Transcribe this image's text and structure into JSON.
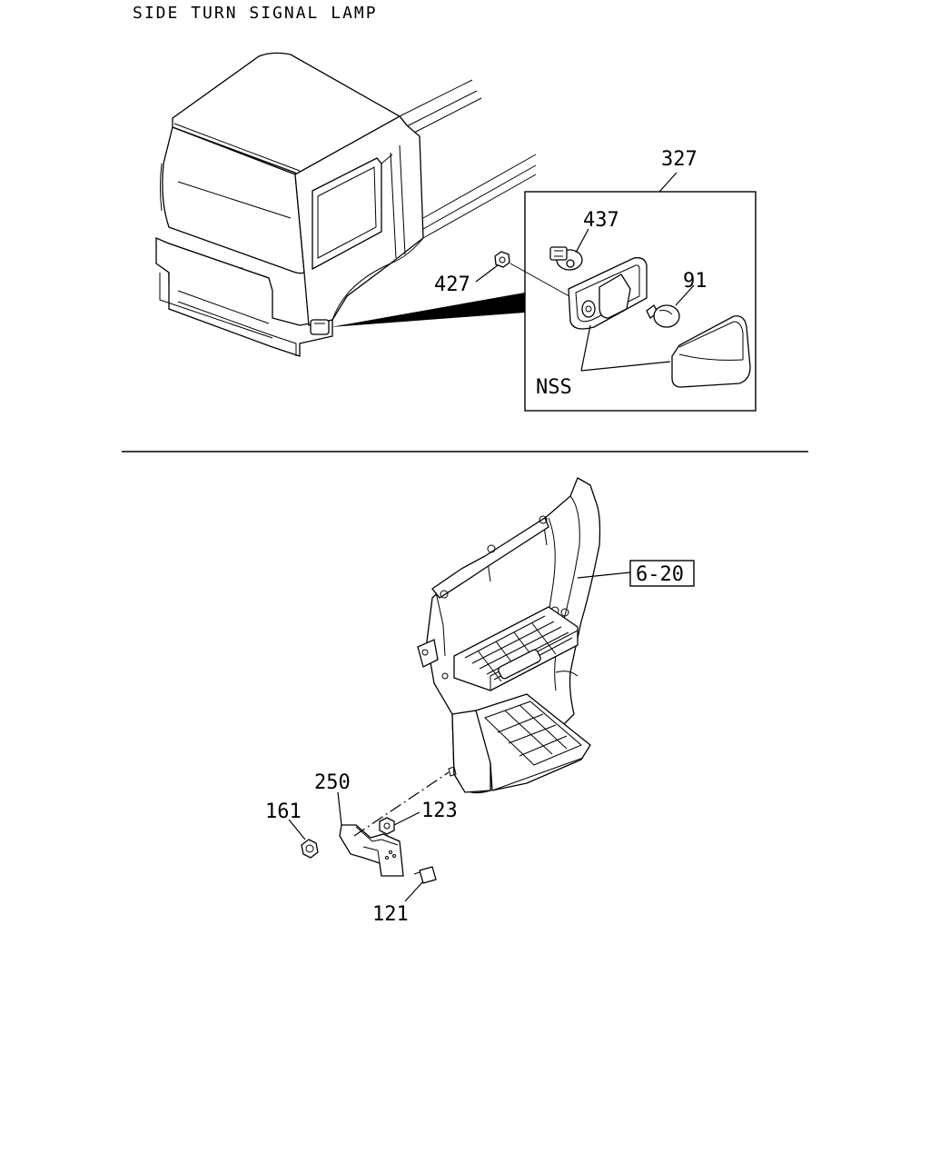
{
  "title": "SIDE TURN SIGNAL LAMP",
  "callouts": {
    "assembly": "327",
    "socket": "437",
    "nut": "427",
    "bulb": "91",
    "not_serviced": "NSS",
    "reference": "6-20",
    "bracket": "250",
    "bolt": "161",
    "bracket_nut": "123",
    "clip": "121"
  }
}
